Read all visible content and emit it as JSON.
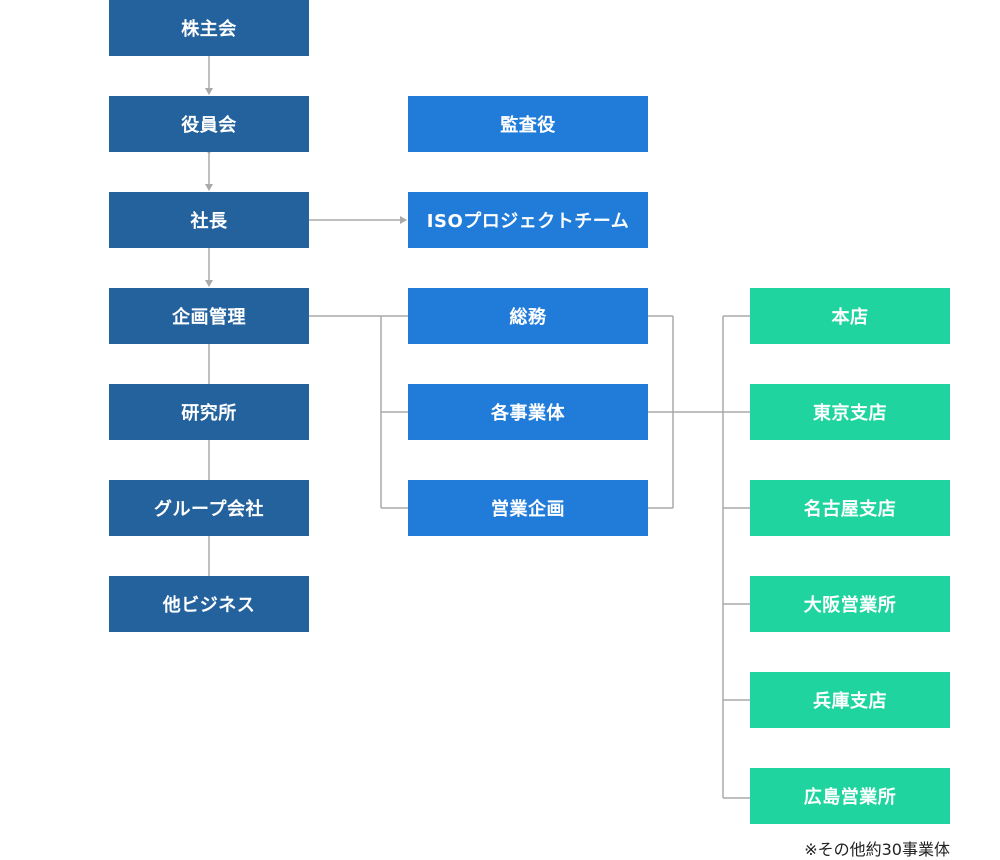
{
  "org_chart": {
    "main_chain": [
      {
        "label": "株主会"
      },
      {
        "label": "役員会"
      },
      {
        "label": "社長"
      },
      {
        "label": "企画管理"
      },
      {
        "label": "研究所"
      },
      {
        "label": "グループ会社"
      },
      {
        "label": "他ビジネス"
      }
    ],
    "side_units": [
      {
        "label": "監査役"
      },
      {
        "label": "ISOプロジェクトチーム"
      }
    ],
    "departments": [
      {
        "label": "総務"
      },
      {
        "label": "各事業体"
      },
      {
        "label": "営業企画"
      }
    ],
    "branches": [
      {
        "label": "本店"
      },
      {
        "label": "東京支店"
      },
      {
        "label": "名古屋支店"
      },
      {
        "label": "大阪営業所"
      },
      {
        "label": "兵庫支店"
      },
      {
        "label": "広島営業所"
      }
    ],
    "note": "※その他約30事業体"
  },
  "colors": {
    "main_chain": "#24629e",
    "side_units": "#217cd9",
    "departments": "#217cd9",
    "branches": "#1fd49f",
    "connector": "#aaaaaa"
  }
}
